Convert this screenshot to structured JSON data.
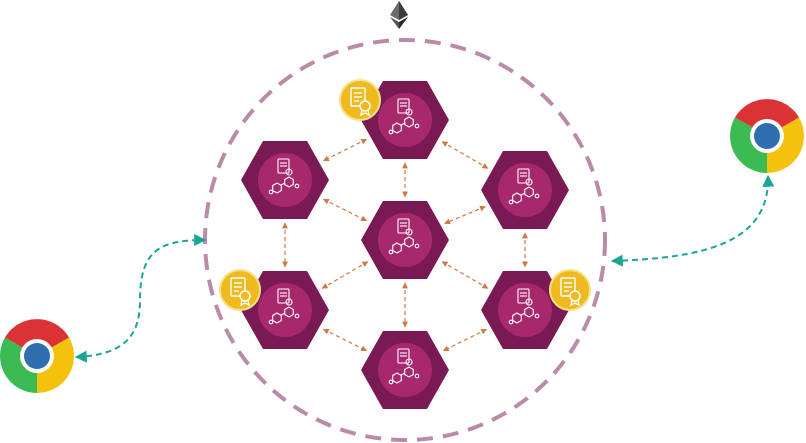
{
  "diagram": {
    "colors": {
      "hex_outer": "#7a1a55",
      "hex_inner": "#a8286e",
      "ring": "#bb8aa8",
      "edge": "#cf7a45",
      "browser_link": "#1aa596",
      "badge": "#efba1f",
      "badge_stroke": "#f7e08a",
      "icon_stroke": "#ffffff"
    },
    "top_icon": {
      "name": "ethereum-icon"
    },
    "nodes": [
      {
        "id": "n-top",
        "icon": "contract-network-icon",
        "badge": true
      },
      {
        "id": "n-upper-left",
        "icon": "contract-network-icon",
        "badge": false
      },
      {
        "id": "n-center",
        "icon": "contract-network-icon",
        "badge": false
      },
      {
        "id": "n-upper-right",
        "icon": "contract-network-icon",
        "badge": false
      },
      {
        "id": "n-lower-left",
        "icon": "contract-network-icon",
        "badge": true
      },
      {
        "id": "n-lower-right",
        "icon": "contract-network-icon",
        "badge": true
      },
      {
        "id": "n-bottom",
        "icon": "contract-network-icon",
        "badge": false
      }
    ],
    "edges": [
      [
        "n-top",
        "n-upper-left"
      ],
      [
        "n-top",
        "n-upper-right"
      ],
      [
        "n-top",
        "n-center"
      ],
      [
        "n-upper-left",
        "n-center"
      ],
      [
        "n-upper-left",
        "n-lower-left"
      ],
      [
        "n-upper-right",
        "n-center"
      ],
      [
        "n-upper-right",
        "n-lower-right"
      ],
      [
        "n-center",
        "n-lower-left"
      ],
      [
        "n-center",
        "n-lower-right"
      ],
      [
        "n-center",
        "n-bottom"
      ],
      [
        "n-lower-left",
        "n-bottom"
      ],
      [
        "n-lower-right",
        "n-bottom"
      ]
    ],
    "browsers": [
      {
        "id": "browser-left",
        "icon": "chrome-browser-icon"
      },
      {
        "id": "browser-right",
        "icon": "chrome-browser-icon"
      }
    ]
  }
}
